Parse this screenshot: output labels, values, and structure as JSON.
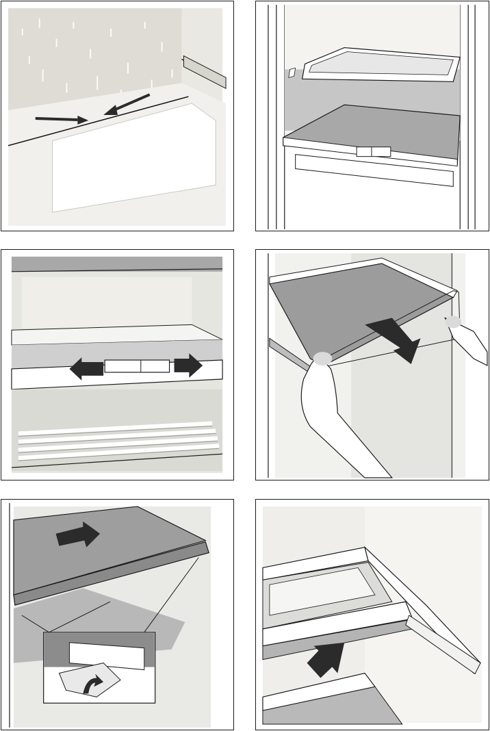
{
  "figures": [
    {
      "id": "p1",
      "icon": "drip-tray-arrows-illustration",
      "description": ""
    },
    {
      "id": "p2",
      "icon": "fridge-shelf-interior-illustration",
      "description": ""
    },
    {
      "id": "p3",
      "icon": "shelf-clip-slide-illustration",
      "description": ""
    },
    {
      "id": "p4",
      "icon": "glass-shelf-removal-illustration",
      "description": ""
    },
    {
      "id": "p5",
      "icon": "shelf-release-detail-illustration",
      "description": ""
    },
    {
      "id": "p6",
      "icon": "shelf-insertion-illustration",
      "description": ""
    }
  ],
  "colors": {
    "line": "#1a1a1a",
    "arrow": "#2b2b2b",
    "wall": "#ecebe6",
    "glass": "#9b9b9b",
    "glass_dark": "#7c7c7c",
    "skin": "#ffffff"
  }
}
